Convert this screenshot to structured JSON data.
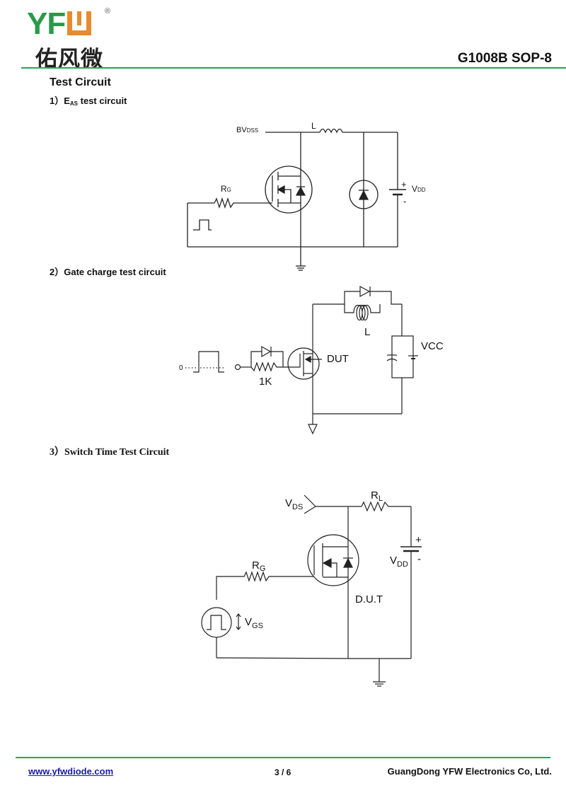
{
  "header": {
    "logo_letters": [
      "Y",
      "F",
      "W"
    ],
    "logo_registered": "®",
    "logo_cn": "佑风微",
    "doc_title": "G1008B  SOP-8",
    "colors": {
      "brand_green": "#2a9a4a",
      "brand_orange": "#e98a2e",
      "rule_green": "#26a55a"
    }
  },
  "section": {
    "title": "Test Circuit",
    "subsections": [
      {
        "number": "1）",
        "label_main": "E",
        "label_sub": "AS",
        "label_rest": " test circuit"
      },
      {
        "number": "2）",
        "label": "Gate charge test circuit"
      },
      {
        "number": "3）",
        "label": "Switch Time Test Circuit"
      }
    ]
  },
  "circuit1": {
    "bvdss": "BV",
    "bvdss_sub": "DSS",
    "inductor": "L",
    "rg": "R",
    "rg_sub": "G",
    "vdd": "V",
    "vdd_sub": "DD",
    "plus": "+",
    "minus": "-"
  },
  "circuit2": {
    "zero": "0",
    "resistor": "1K",
    "dut": "DUT",
    "inductor": "L",
    "vcc": "VCC"
  },
  "circuit3": {
    "vds": "V",
    "vds_sub": "DS",
    "rl": "R",
    "rl_sub": "L",
    "rg": "R",
    "rg_sub": "G",
    "vdd": "V",
    "vdd_sub": "DD",
    "vgs": "V",
    "vgs_sub": "GS",
    "dut": "D.U.T",
    "plus": "+",
    "minus": "-"
  },
  "footer": {
    "website": "www.yfwdiode.com",
    "page": "3 / 6",
    "company": "GuangDong YFW Electronics Co, Ltd."
  }
}
